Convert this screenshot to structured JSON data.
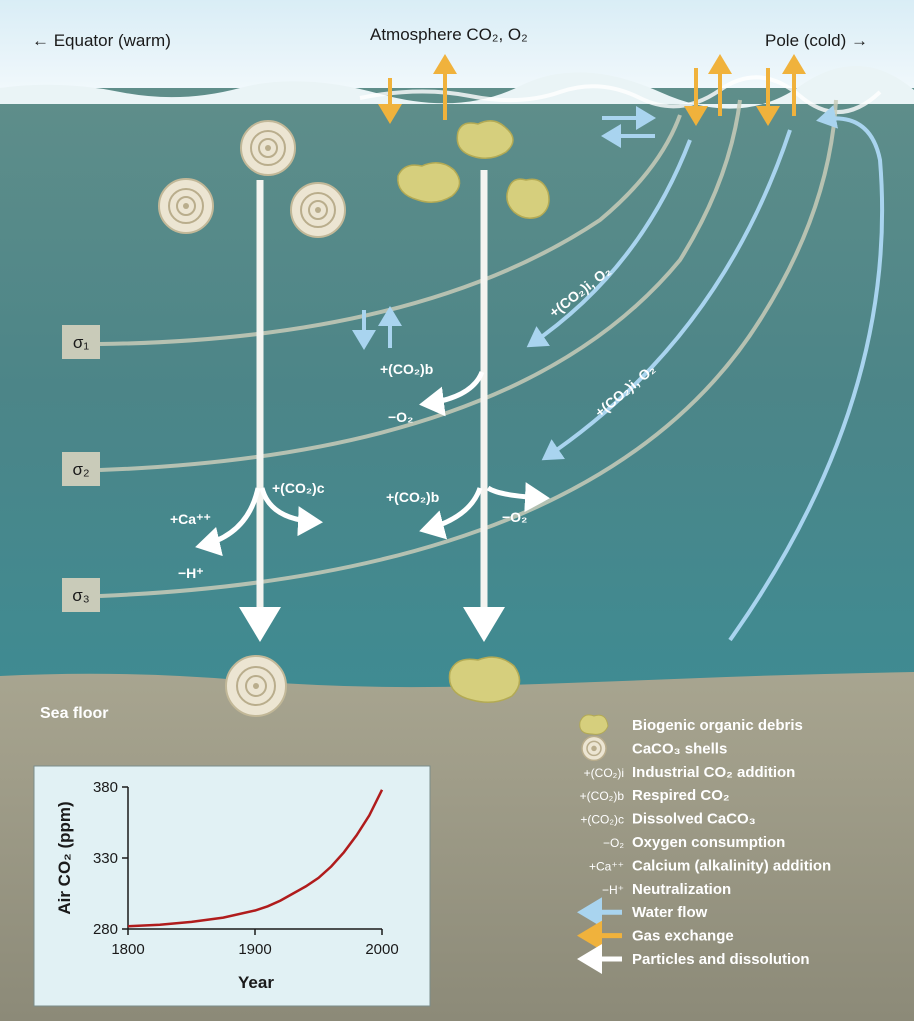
{
  "labels": {
    "equator": "← Equator (warm)",
    "atmosphere": "Atmosphere CO₂, O₂",
    "pole": "Pole (cold) →",
    "sigma1": "σ₁",
    "sigma2": "σ₂",
    "sigma3": "σ₃",
    "sea_floor": "Sea floor",
    "co2_b_upper": "+(CO₂)b",
    "o2_upper": "−O₂",
    "co2_c": "+(CO₂)c",
    "ca": "+Ca⁺⁺",
    "h": "−H⁺",
    "co2_b_lower": "+(CO₂)b",
    "o2_lower": "−O₂",
    "co2_i_o2_upper": "+(CO₂)i, O₂",
    "co2_i_o2_lower": "+(CO₂)i, O₂"
  },
  "legend": [
    {
      "code": "",
      "label": "Biogenic organic debris",
      "icon": "organic-debris-icon"
    },
    {
      "code": "",
      "label": "CaCO₃ shells",
      "icon": "shell-icon"
    },
    {
      "code": "+(CO₂)i",
      "label": "Industrial CO₂ addition"
    },
    {
      "code": "+(CO₂)b",
      "label": "Respired CO₂"
    },
    {
      "code": "+(CO₂)c",
      "label": "Dissolved CaCO₃"
    },
    {
      "code": "−O₂",
      "label": "Oxygen consumption"
    },
    {
      "code": "+Ca⁺⁺",
      "label": "Calcium (alkalinity) addition"
    },
    {
      "code": "−H⁺",
      "label": "Neutralization"
    },
    {
      "code": "",
      "label": "Water flow",
      "icon": "water-flow-arrow-icon",
      "color": "#a9d4ef"
    },
    {
      "code": "",
      "label": "Gas exchange",
      "icon": "gas-exchange-arrow-icon",
      "color": "#f0b23c"
    },
    {
      "code": "",
      "label": "Particles and dissolution",
      "icon": "particle-arrow-icon",
      "color": "#ffffff"
    }
  ],
  "colors": {
    "water_flow": "#a9d4ef",
    "gas_exchange": "#f0b23c",
    "particles": "#ffffff",
    "co2_curve": "#b01c1c"
  },
  "chart_data": {
    "type": "line",
    "xlabel": "Year",
    "ylabel": "Air CO₂ (ppm)",
    "xlim": [
      1800,
      2000
    ],
    "ylim": [
      280,
      380
    ],
    "xticks": [
      1800,
      1900,
      2000
    ],
    "yticks": [
      280,
      330,
      380
    ],
    "series": [
      {
        "x": [
          1800,
          1825,
          1850,
          1875,
          1900,
          1910,
          1920,
          1930,
          1940,
          1950,
          1960,
          1970,
          1980,
          1990,
          2000
        ],
        "values": [
          282,
          283,
          285,
          288,
          293,
          296,
          300,
          305,
          310,
          316,
          324,
          334,
          346,
          360,
          378
        ]
      }
    ]
  }
}
